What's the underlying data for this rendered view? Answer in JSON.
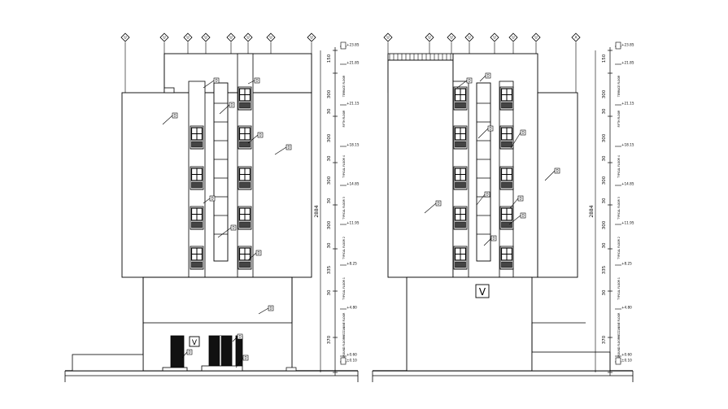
{
  "title": "",
  "left_elevation": {
    "grid_markers": [
      "U",
      "U",
      "U",
      "U",
      "U",
      "U",
      "U",
      "U"
    ],
    "dimensions": [
      "150",
      "300",
      "30",
      "300",
      "30",
      "300",
      "30",
      "300",
      "30",
      "335",
      "30",
      "370"
    ],
    "total_height": "2884",
    "levels": [
      "+23.85",
      "+21.85",
      "+21.15",
      "+18.15",
      "+14.85",
      "+11.95",
      "+8.25",
      "+4.80",
      "+0.60",
      "±0.10"
    ],
    "floor_labels": [
      "TERRACE FLOOR",
      "FIFTH FLOOR",
      "TYPICAL FLOOR 4",
      "TYPICAL FLOOR 3",
      "TYPICAL FLOOR 2",
      "TYPICAL FLOOR 1",
      "MEZZANINE FLOOR",
      "GROUND FLOOR"
    ],
    "tags": [
      "D",
      "D",
      "D",
      "D",
      "D",
      "D",
      "D",
      "D",
      "D",
      "D",
      "D",
      "D",
      "D"
    ],
    "logo_mark": "V"
  },
  "right_elevation": {
    "grid_markers": [
      "U",
      "U",
      "U",
      "U",
      "U",
      "U",
      "U",
      "A"
    ],
    "dimensions": [
      "150",
      "300",
      "30",
      "300",
      "30",
      "300",
      "30",
      "300",
      "30",
      "335",
      "30",
      "370"
    ],
    "total_height": "2884",
    "levels": [
      "+23.85",
      "+21.85",
      "+21.15",
      "+18.15",
      "+14.85",
      "+11.95",
      "+8.25",
      "+4.80",
      "+0.60",
      "±0.10"
    ],
    "floor_labels": [
      "TERRACE FLOOR",
      "FIFTH FLOOR",
      "TYPICAL FLOOR 4",
      "TYPICAL FLOOR 3",
      "TYPICAL FLOOR 2",
      "TYPICAL FLOOR 1",
      "MEZZANINE FLOOR",
      "GROUND FLOOR"
    ],
    "tags": [
      "D",
      "D",
      "D",
      "D",
      "D",
      "D",
      "D",
      "D",
      "D",
      "D"
    ],
    "logo_mark": "V"
  }
}
